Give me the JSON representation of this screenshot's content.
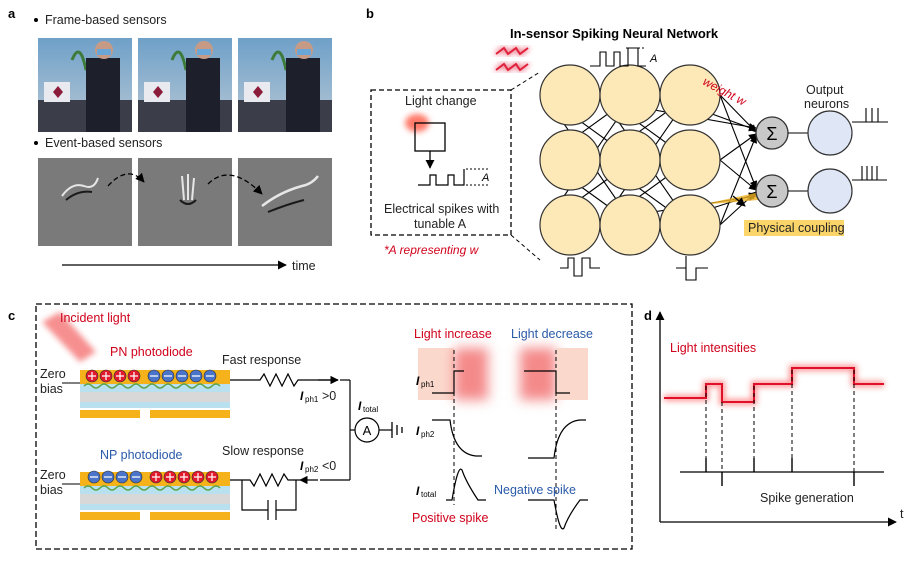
{
  "panel_a": {
    "letter": "a",
    "frame_label": "Frame-based sensors",
    "event_label": "Event-based sensors",
    "time_label": "time"
  },
  "panel_b": {
    "letter": "b",
    "title": "In-sensor Spiking Neural Network",
    "light_change": "Light change",
    "spike_caption_1": "Electrical spikes with",
    "spike_caption_2": "tunable A",
    "amp_symbol": "A",
    "a_note": "*A representing w",
    "weight_label": "weight w",
    "output_1": "Output",
    "output_2": "neurons",
    "sum_symbol": "Σ",
    "physical_coupling": "Physical coupling"
  },
  "panel_c": {
    "letter": "c",
    "incident_light": "Incident light",
    "pn_label": "PN photodiode",
    "np_label": "NP photodiode",
    "zero": "Zero",
    "bias": "bias",
    "fast_response": "Fast response",
    "slow_response": "Slow response",
    "iph1_cond": ">0",
    "iph2_cond": "<0",
    "i_sym": "I",
    "ph1_sub": "ph1",
    "ph2_sub": "ph2",
    "total_sub": "total",
    "ammeter": "A",
    "light_increase": "Light increase",
    "light_decrease": "Light decrease",
    "positive_spike": "Positive spike",
    "negative_spike": "Negative spike"
  },
  "panel_d": {
    "letter": "d",
    "light_intensities": "Light intensities",
    "spike_generation": "Spike generation",
    "t_label": "t"
  },
  "colors": {
    "red": "#d0021b",
    "blue": "#2a5aa8",
    "neuron": "#fde9b8",
    "output": "#dfe7f7",
    "gold": "#f0b323"
  }
}
